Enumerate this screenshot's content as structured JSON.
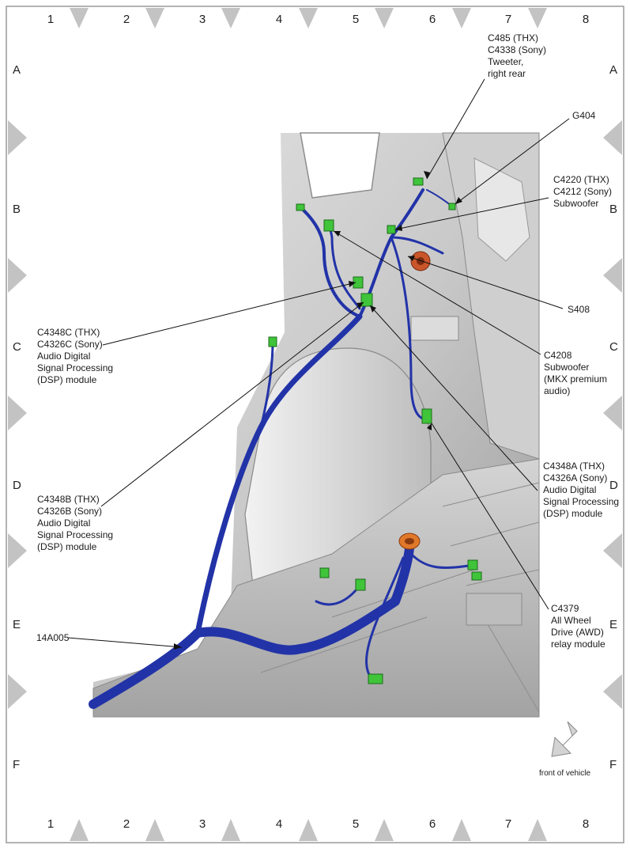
{
  "grid": {
    "columns": [
      "1",
      "2",
      "3",
      "4",
      "5",
      "6",
      "7",
      "8"
    ],
    "rows": [
      "A",
      "B",
      "C",
      "D",
      "E",
      "F"
    ]
  },
  "callouts": {
    "c485": [
      "C485 (THX)",
      "C4338 (Sony)",
      "Tweeter,",
      "right rear"
    ],
    "g404": [
      "G404"
    ],
    "c4220": [
      "C4220 (THX)",
      "C4212 (Sony)",
      "Subwoofer"
    ],
    "s408": [
      "S408"
    ],
    "c4208": [
      "C4208",
      "Subwoofer",
      "(MKX premium",
      "audio)"
    ],
    "c4348a": [
      "C4348A (THX)",
      "C4326A (Sony)",
      "Audio Digital",
      "Signal Processing",
      "(DSP) module"
    ],
    "c4379": [
      "C4379",
      "All Wheel",
      "Drive (AWD)",
      "relay module"
    ],
    "c4348c": [
      "C4348C (THX)",
      "C4326C (Sony)",
      "Audio Digital",
      "Signal Processing",
      "(DSP) module"
    ],
    "c4348b": [
      "C4348B (THX)",
      "C4326B (Sony)",
      "Audio Digital",
      "Signal Processing",
      "(DSP) module"
    ],
    "harness": [
      "14A005"
    ]
  },
  "orientation": {
    "label": "front of vehicle"
  },
  "colors": {
    "harness": "#2233a8",
    "connector": "#3fc43a",
    "grommet": "#e0782a",
    "border": "#8c8c8c"
  }
}
